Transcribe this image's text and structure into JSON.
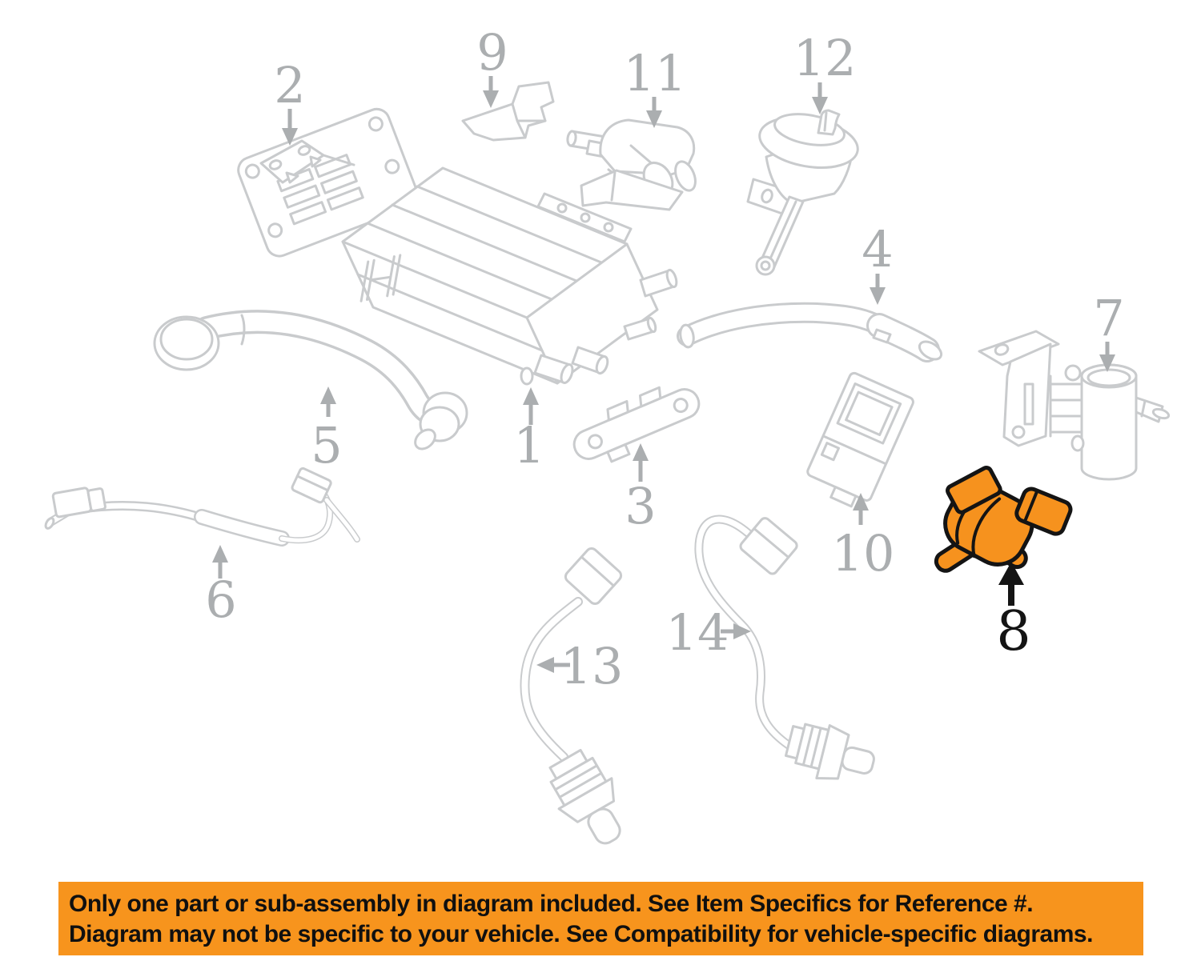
{
  "colors": {
    "background": "#ffffff",
    "line": "#c9cbcd",
    "label": "#abaeb0",
    "highlight": "#f6921e",
    "highlight-outline": "#141414",
    "banner-bg": "#f7941d",
    "banner-text": "#101010"
  },
  "diagram": {
    "type": "exploded-parts-diagram",
    "subject": "emission system components",
    "highlighted_callout": "8",
    "callouts": [
      {
        "number": "1"
      },
      {
        "number": "2"
      },
      {
        "number": "3"
      },
      {
        "number": "4"
      },
      {
        "number": "5"
      },
      {
        "number": "6"
      },
      {
        "number": "7"
      },
      {
        "number": "8"
      },
      {
        "number": "9"
      },
      {
        "number": "10"
      },
      {
        "number": "11"
      },
      {
        "number": "12"
      },
      {
        "number": "13"
      },
      {
        "number": "14"
      }
    ]
  },
  "banner": {
    "line1": "Only one part or sub-assembly in diagram included. See Item Specifics for Reference #.",
    "line2": "Diagram may not be specific to your vehicle. See Compatibility for vehicle-specific diagrams."
  }
}
